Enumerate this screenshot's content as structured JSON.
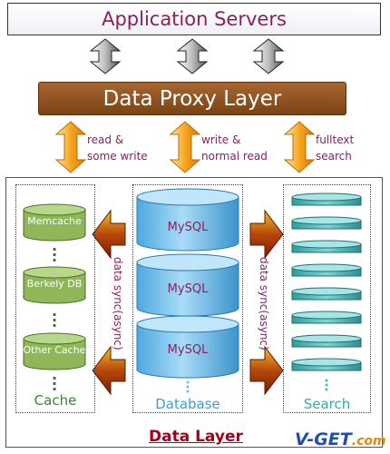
{
  "top": {
    "title": "Application Servers"
  },
  "proxy": {
    "title": "Data Proxy Layer"
  },
  "links": {
    "left": [
      "read &",
      "some write"
    ],
    "center": [
      "write &",
      "normal read"
    ],
    "right": [
      "fulltext",
      "search"
    ]
  },
  "cache": {
    "items": [
      "Memcache",
      "Berkely DB",
      "Other Cache"
    ],
    "title": "Cache"
  },
  "database": {
    "items": [
      "MySQL",
      "MySQL",
      "MySQL"
    ],
    "title": "Database"
  },
  "search": {
    "title": "Search"
  },
  "sync": {
    "left": "data sync(async)",
    "right": "data sync(async)"
  },
  "footer": {
    "title": "Data Layer"
  },
  "brand": {
    "prefix": "V-GET",
    "suffix": ".com"
  },
  "colors": {
    "label": "#8a2060",
    "cache_green": "#8fb75a",
    "db_blue": "#6bbde9",
    "search_teal": "#4fb8b8",
    "proxy_brown": "#8b5320",
    "arrow_orange": "#f4a21c"
  }
}
